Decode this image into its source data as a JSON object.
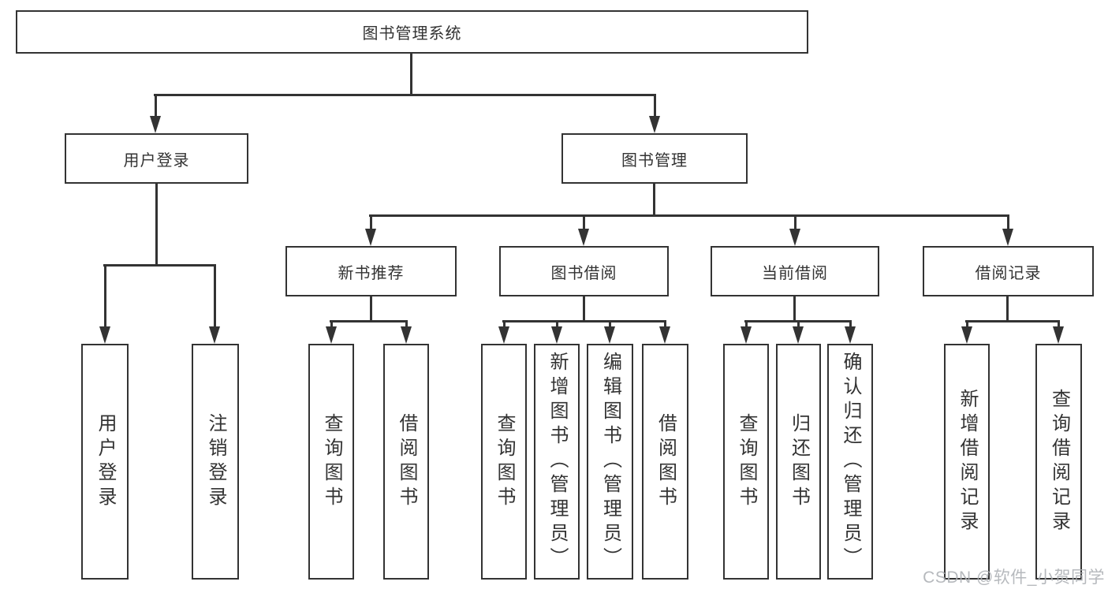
{
  "diagram": {
    "root": {
      "label": "图书管理系统"
    },
    "level2": [
      {
        "label": "用户登录"
      },
      {
        "label": "图书管理"
      }
    ],
    "level3": [
      {
        "label": "新书推荐",
        "parent": "图书管理"
      },
      {
        "label": "图书借阅",
        "parent": "图书管理"
      },
      {
        "label": "当前借阅",
        "parent": "图书管理"
      },
      {
        "label": "借阅记录",
        "parent": "图书管理"
      }
    ],
    "leaves": [
      {
        "label": "用户登录",
        "parent": "用户登录"
      },
      {
        "label": "注销登录",
        "parent": "用户登录"
      },
      {
        "label": "查询图书",
        "parent": "新书推荐"
      },
      {
        "label": "借阅图书",
        "parent": "新书推荐"
      },
      {
        "label": "查询图书",
        "parent": "图书借阅"
      },
      {
        "label": "新增图书（管理员）",
        "parent": "图书借阅"
      },
      {
        "label": "编辑图书（管理员）",
        "parent": "图书借阅"
      },
      {
        "label": "借阅图书",
        "parent": "图书借阅"
      },
      {
        "label": "查询图书",
        "parent": "当前借阅"
      },
      {
        "label": "归还图书",
        "parent": "当前借阅"
      },
      {
        "label": "确认归还（管理员）",
        "parent": "当前借阅"
      },
      {
        "label": "新增借阅记录",
        "parent": "借阅记录"
      },
      {
        "label": "查询借阅记录",
        "parent": "借阅记录"
      }
    ],
    "colors": {
      "line": "#333333",
      "text": "#333333",
      "background": "#ffffff",
      "watermark": "#acafb4"
    }
  },
  "watermark": {
    "text": "CSDN @软件_小贺同学"
  }
}
